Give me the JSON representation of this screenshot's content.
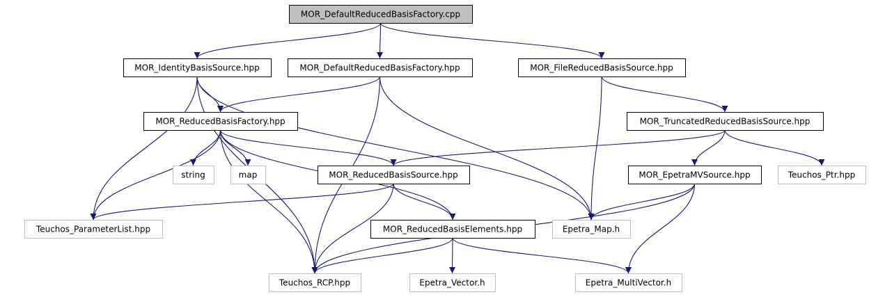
{
  "diagram": {
    "colors": {
      "edge": "#191970",
      "root_fill": "#bfbfbf",
      "internal_border": "#000000",
      "external_border": "#bfbfbf",
      "background": "#ffffff"
    },
    "nodes": {
      "root": {
        "label": "MOR_DefaultReducedBasisFactory.cpp",
        "kind": "root"
      },
      "identity": {
        "label": "MOR_IdentityBasisSource.hpp",
        "kind": "internal"
      },
      "defaultfactory": {
        "label": "MOR_DefaultReducedBasisFactory.hpp",
        "kind": "internal"
      },
      "filesource": {
        "label": "MOR_FileReducedBasisSource.hpp",
        "kind": "internal"
      },
      "factory": {
        "label": "MOR_ReducedBasisFactory.hpp",
        "kind": "internal"
      },
      "truncated": {
        "label": "MOR_TruncatedReducedBasisSource.hpp",
        "kind": "internal"
      },
      "string": {
        "label": "string",
        "kind": "external"
      },
      "map": {
        "label": "map",
        "kind": "external"
      },
      "source": {
        "label": "MOR_ReducedBasisSource.hpp",
        "kind": "internal"
      },
      "epetramv": {
        "label": "MOR_EpetraMVSource.hpp",
        "kind": "internal"
      },
      "teuchosptr": {
        "label": "Teuchos_Ptr.hpp",
        "kind": "external"
      },
      "paramlist": {
        "label": "Teuchos_ParameterList.hpp",
        "kind": "external"
      },
      "elements": {
        "label": "MOR_ReducedBasisElements.hpp",
        "kind": "internal"
      },
      "epetramap": {
        "label": "Epetra_Map.h",
        "kind": "external"
      },
      "rcp": {
        "label": "Teuchos_RCP.hpp",
        "kind": "external"
      },
      "vector": {
        "label": "Epetra_Vector.h",
        "kind": "external"
      },
      "multivector": {
        "label": "Epetra_MultiVector.h",
        "kind": "external"
      }
    },
    "edges": [
      [
        "root",
        "identity"
      ],
      [
        "root",
        "defaultfactory"
      ],
      [
        "root",
        "filesource"
      ],
      [
        "identity",
        "factory"
      ],
      [
        "identity",
        "paramlist"
      ],
      [
        "identity",
        "rcp"
      ],
      [
        "identity",
        "epetramap"
      ],
      [
        "defaultfactory",
        "factory"
      ],
      [
        "defaultfactory",
        "rcp"
      ],
      [
        "defaultfactory",
        "epetramap"
      ],
      [
        "filesource",
        "truncated"
      ],
      [
        "filesource",
        "epetramap"
      ],
      [
        "factory",
        "string"
      ],
      [
        "factory",
        "map"
      ],
      [
        "factory",
        "source"
      ],
      [
        "factory",
        "elements"
      ],
      [
        "factory",
        "paramlist"
      ],
      [
        "factory",
        "rcp"
      ],
      [
        "truncated",
        "source"
      ],
      [
        "truncated",
        "epetramv"
      ],
      [
        "truncated",
        "teuchosptr"
      ],
      [
        "source",
        "paramlist"
      ],
      [
        "source",
        "elements"
      ],
      [
        "source",
        "rcp"
      ],
      [
        "epetramv",
        "epetramap"
      ],
      [
        "epetramv",
        "rcp"
      ],
      [
        "epetramv",
        "multivector"
      ],
      [
        "elements",
        "rcp"
      ],
      [
        "elements",
        "vector"
      ],
      [
        "elements",
        "multivector"
      ]
    ]
  }
}
